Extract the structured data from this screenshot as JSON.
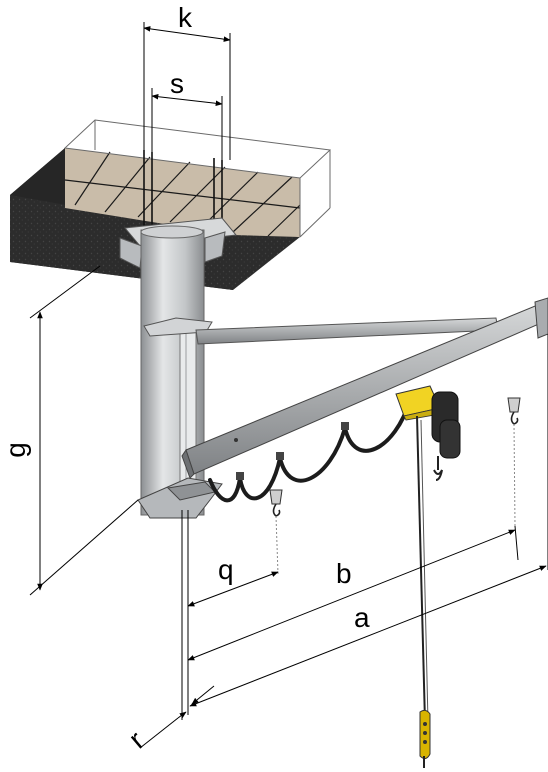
{
  "dimensions": {
    "k": "k",
    "s": "s",
    "g": "g",
    "q": "q",
    "b": "b",
    "a": "a",
    "r": "r"
  },
  "colors": {
    "ceiling_dark": "#2e2e2e",
    "ceiling_beige": "#c8bba8",
    "steel": "#bfc2c4",
    "steel_dark": "#7d8083",
    "hoist_yellow": "#f1d323",
    "hook_yellow": "#d8b400",
    "line": "#000000"
  }
}
